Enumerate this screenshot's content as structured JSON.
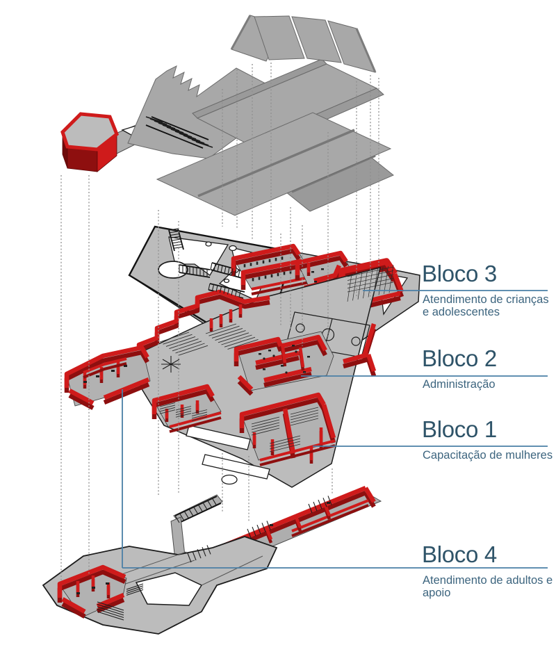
{
  "colors": {
    "background": "#ffffff",
    "red_top": "#cf1b1b",
    "red_side": "#8e0f0f",
    "red_dark": "#6f0a0a",
    "gray_plate": "#bcbcbc",
    "gray_floor": "#b2b2b2",
    "gray_roof": "#a8a8a8",
    "gray_roof_dark": "#9a9a9a",
    "gray_walk": "#aeaeae",
    "line_dark": "#1c1c1c",
    "dash": "#8f8f8f",
    "leader": "#4a7fa6",
    "title": "#2f5469",
    "subtitle": "#3c647e"
  },
  "labels": [
    {
      "name": "bloco-3",
      "title": "Bloco 3",
      "subtitle_lines": [
        "Atendimento de crianças",
        "e adolescentes"
      ]
    },
    {
      "name": "bloco-2",
      "title": "Bloco 2",
      "subtitle_lines": [
        "Administração"
      ]
    },
    {
      "name": "bloco-1",
      "title": "Bloco 1",
      "subtitle_lines": [
        "Capacitação de mulheres"
      ]
    },
    {
      "name": "bloco-4",
      "title": "Bloco 4",
      "subtitle_lines": [
        "Atendimento de adultos e",
        "apoio"
      ]
    }
  ]
}
